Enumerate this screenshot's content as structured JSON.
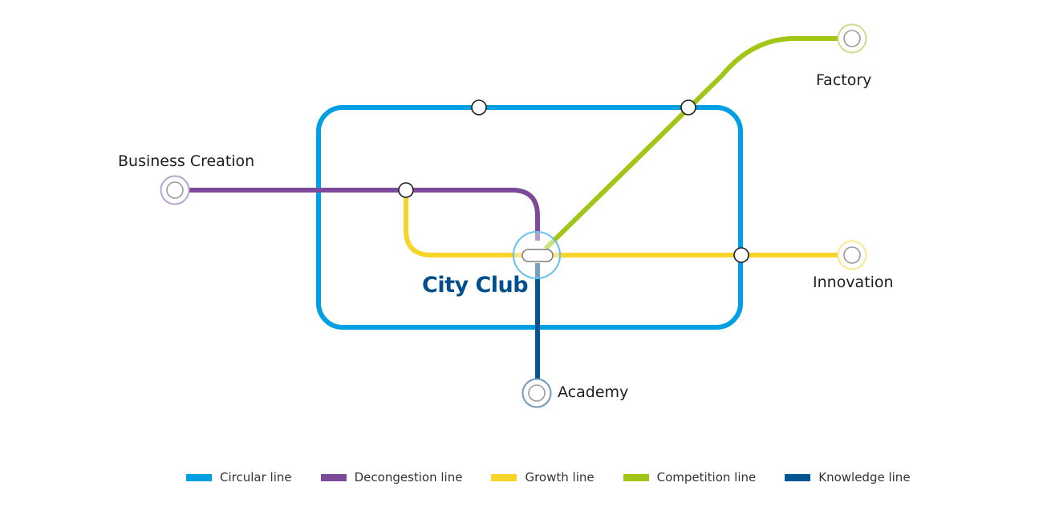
{
  "colors": {
    "circular": "#009fe3",
    "decongestion": "#7d4a9b",
    "growth": "#f6d42a",
    "competition": "#a2c617",
    "knowledge": "#005592",
    "hub_text": "#00508f"
  },
  "hub": {
    "name": "City Club"
  },
  "stations": {
    "factory": "Factory",
    "business_creation": "Business Creation",
    "innovation": "Innovation",
    "academy": "Academy"
  },
  "legend": [
    {
      "label": "Circular line",
      "color": "#009fe3"
    },
    {
      "label": "Decongestion line",
      "color": "#7d4a9b"
    },
    {
      "label": "Growth line",
      "color": "#f6d42a"
    },
    {
      "label": "Competition line",
      "color": "#a2c617"
    },
    {
      "label": "Knowledge line",
      "color": "#005592"
    }
  ]
}
